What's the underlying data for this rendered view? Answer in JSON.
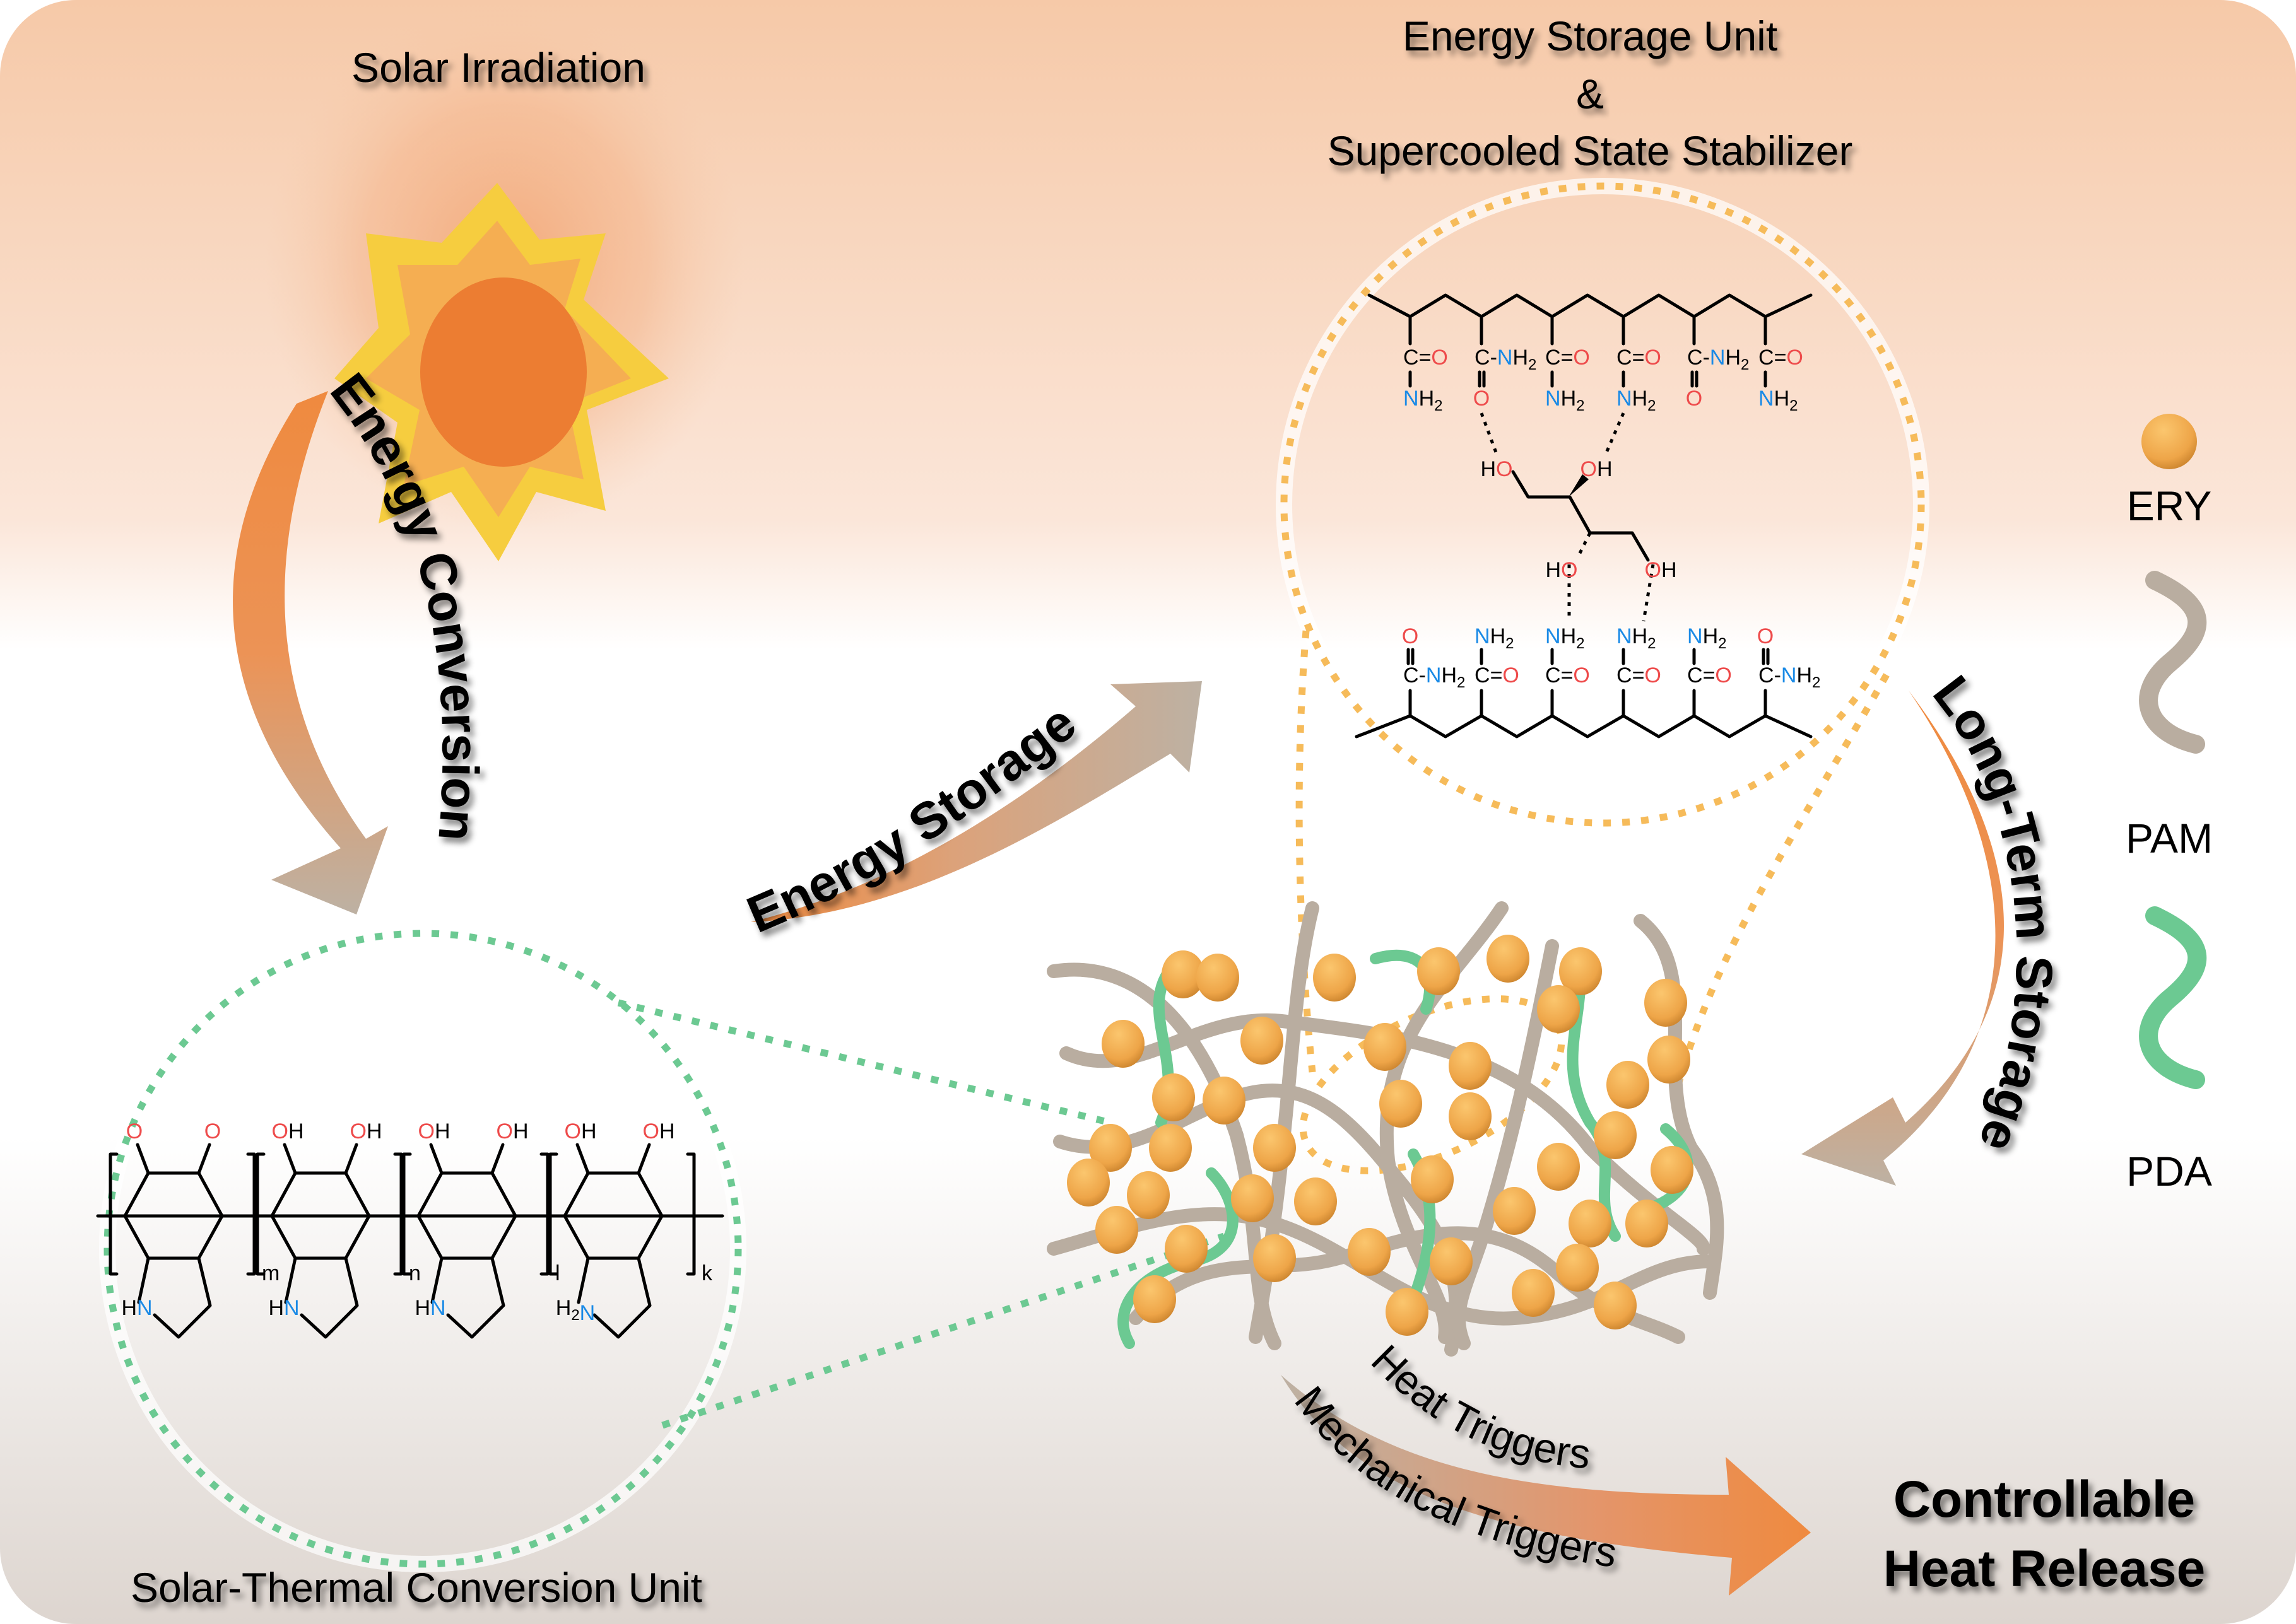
{
  "title": {
    "solar_irradiation": "Solar Irradiation",
    "energy_storage_unit_line1": "Energy Storage Unit",
    "energy_storage_unit_line2": "&",
    "energy_storage_unit_line3": "Supercooled State Stabilizer",
    "solar_thermal_unit": "Solar-Thermal Conversion Unit",
    "controllable_line1": "Controllable",
    "controllable_line2": "Heat Release"
  },
  "arrows": {
    "energy_conversion": "Energy Conversion",
    "energy_storage": "Energy Storage",
    "long_term_storage": "Long-Term Storage",
    "heat_triggers": "Heat Triggers",
    "mechanical_triggers": "Mechanical Triggers"
  },
  "legend": [
    {
      "label": "ERY",
      "shape": "sphere",
      "color": "#f0a94a"
    },
    {
      "label": "PAM",
      "shape": "curve",
      "color": "#b9ada0"
    },
    {
      "label": "PDA",
      "shape": "curve",
      "color": "#6cc992"
    }
  ],
  "colors": {
    "orange": "#ef8a3f",
    "taupe": "#bdb1a3",
    "ery": "#f0a94a",
    "pam": "#b9ada0",
    "pda": "#6cc992",
    "oxygen": "#ee4b4b",
    "nitrogen": "#1a8ae6",
    "bg_top": "#f6c9a8",
    "bg_bottom": "#ded7d1"
  },
  "pam_chem": {
    "top_row": [
      "C=O|NH2",
      "C-NH2|O",
      "C=O|NH2",
      "C=O|NH2",
      "C-NH2|O",
      "C=O|NH2"
    ],
    "bottom_row": [
      "O|C-NH2",
      "NH2|C=O",
      "NH2|C=O",
      "NH2|C=O",
      "NH2|C=O",
      "O|C-NH2"
    ],
    "atoms": {
      "C": "C",
      "O": "O",
      "N": "N",
      "H2": "H",
      "sub2": "2",
      "dash": "-",
      "dbl": "="
    }
  },
  "erythritol": {
    "labels": [
      "HO",
      "OH",
      "HO",
      "OH"
    ]
  },
  "pda_chem": {
    "subscripts": [
      "m",
      "n",
      "l",
      "k"
    ],
    "o_labels": [
      "O",
      "O",
      "OH",
      "OH",
      "OH",
      "OH",
      "OH",
      "OH"
    ],
    "n_labels": [
      "HN",
      "HN",
      "HN",
      "H2N"
    ]
  }
}
